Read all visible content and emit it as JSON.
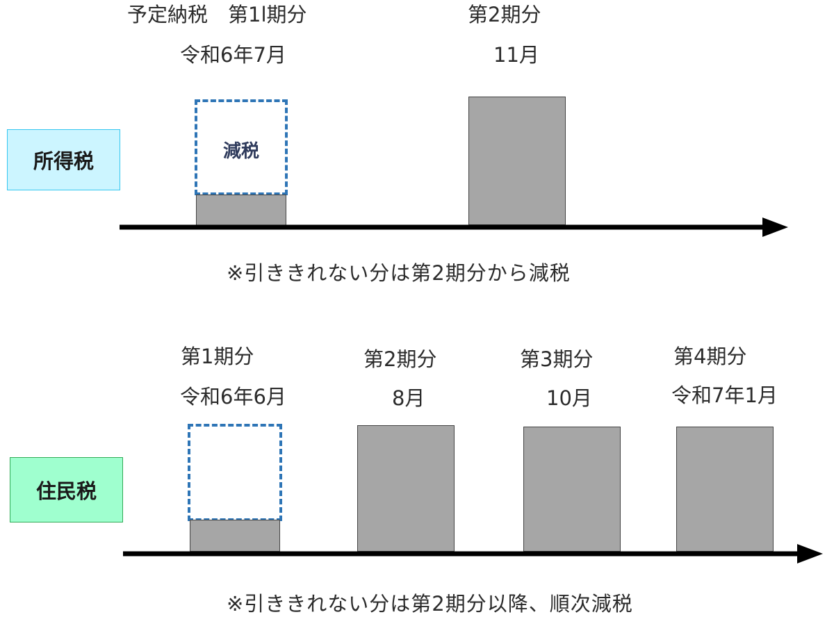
{
  "income_tax": {
    "label": "所得税",
    "period1_title": "予定納税　第1l期分",
    "period1_date": "令和6年7月",
    "period2_title": "第2期分",
    "period2_date": "11月",
    "reduction_label": "減税",
    "note": "※引ききれない分は第2期分から減税"
  },
  "resident_tax": {
    "label": "住民税",
    "periods": [
      {
        "title": "第1期分",
        "date": "令和6年6月"
      },
      {
        "title": "第2期分",
        "date": "8月"
      },
      {
        "title": "第3期分",
        "date": "10月"
      },
      {
        "title": "第4期分",
        "date": "令和7年1月"
      }
    ],
    "note": "※引ききれない分は第2期分以降、順次減税"
  },
  "colors": {
    "income_tax_box_fill": "#ccf5ff",
    "income_tax_box_border": "#33c6f0",
    "resident_tax_box_fill": "#9fffcf",
    "resident_tax_box_border": "#2faa55",
    "bar_fill": "#a6a6a6",
    "dash_border": "#2e75b6",
    "axis": "#000000"
  }
}
